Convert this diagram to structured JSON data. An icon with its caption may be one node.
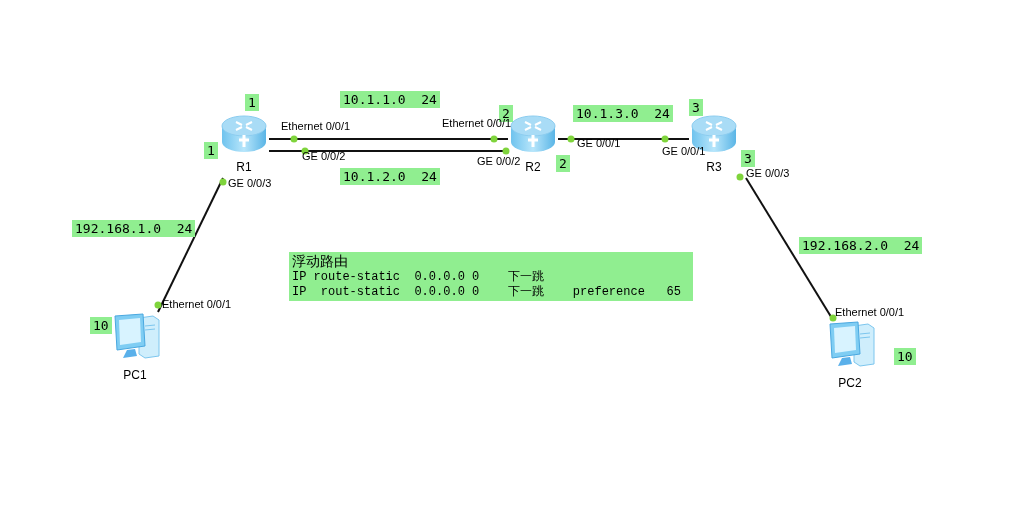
{
  "diagram": {
    "nodes": [
      {
        "text": [
          "R1"
        ]
      },
      {
        "text": [
          "R2"
        ]
      },
      {
        "text": [
          "R3"
        ]
      },
      {
        "text": [
          "PC1"
        ]
      },
      {
        "text": [
          "PC2"
        ]
      },
      {
        "text": [
          "浮动路由",
          "IP route-static  0.0.0.0 0    下一跳",
          "IP  rout-static  0.0.0.0 0    下一跳    preference   65"
        ]
      }
    ],
    "edges": [
      {
        "from": 0,
        "to": 1,
        "arrow": "none"
      },
      {
        "from": 0,
        "to": 1,
        "arrow": "none"
      },
      {
        "from": 1,
        "to": 2,
        "arrow": "none"
      },
      {
        "from": 0,
        "to": 3,
        "arrow": "none"
      },
      {
        "from": 2,
        "to": 4,
        "arrow": "none"
      }
    ],
    "labels": [
      "1",
      "1",
      "Ethernet 0/0/1",
      "GE 0/0/2",
      "GE 0/0/3",
      "10.1.1.0  24",
      "10.1.2.0  24",
      "2",
      "Ethernet 0/0/1",
      "GE 0/0/2",
      "2",
      "10.1.3.0  24",
      "GE 0/0/1",
      "3",
      "GE 0/0/1",
      "3",
      "GE 0/0/3",
      "192.168.1.0  24",
      "Ethernet 0/0/1",
      "10",
      "192.168.2.0  24",
      "Ethernet 0/0/1",
      "10"
    ]
  }
}
